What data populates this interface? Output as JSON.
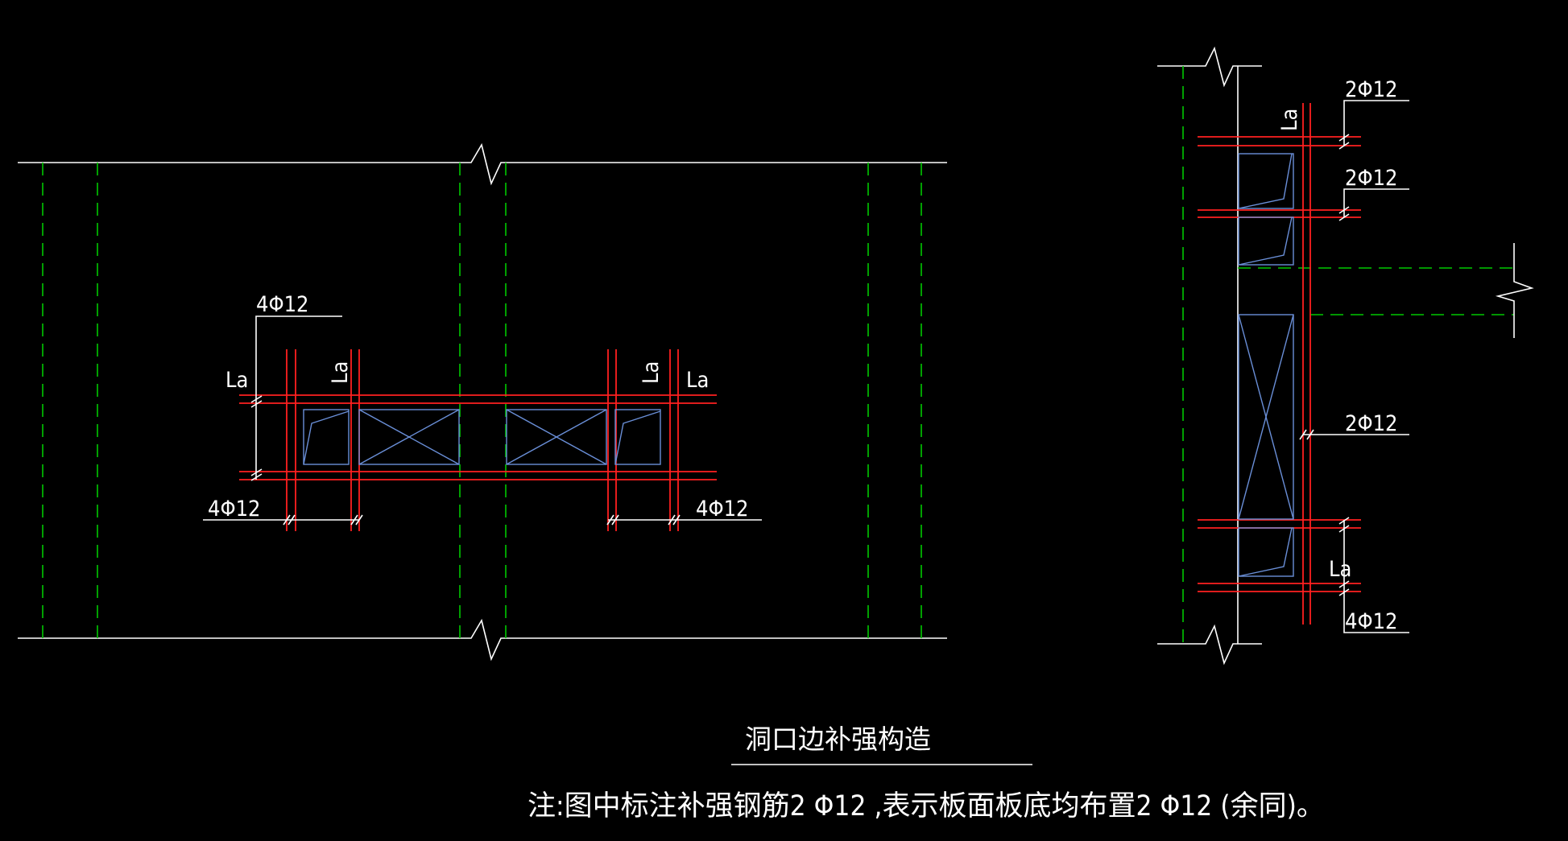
{
  "labels": {
    "bar4": "4Φ12",
    "bar2": "2Φ12",
    "la": "La"
  },
  "title": "洞口边补强构造",
  "note": "注:图中标注补强钢筋2 Φ12 ,表示板面板底均布置2 Φ12 (余同)。",
  "colors": {
    "background": "#000000",
    "outline": "#ffffff",
    "dashed_wall": "#00c800",
    "rebar": "#ff2020",
    "opening": "#6a8fd8"
  }
}
